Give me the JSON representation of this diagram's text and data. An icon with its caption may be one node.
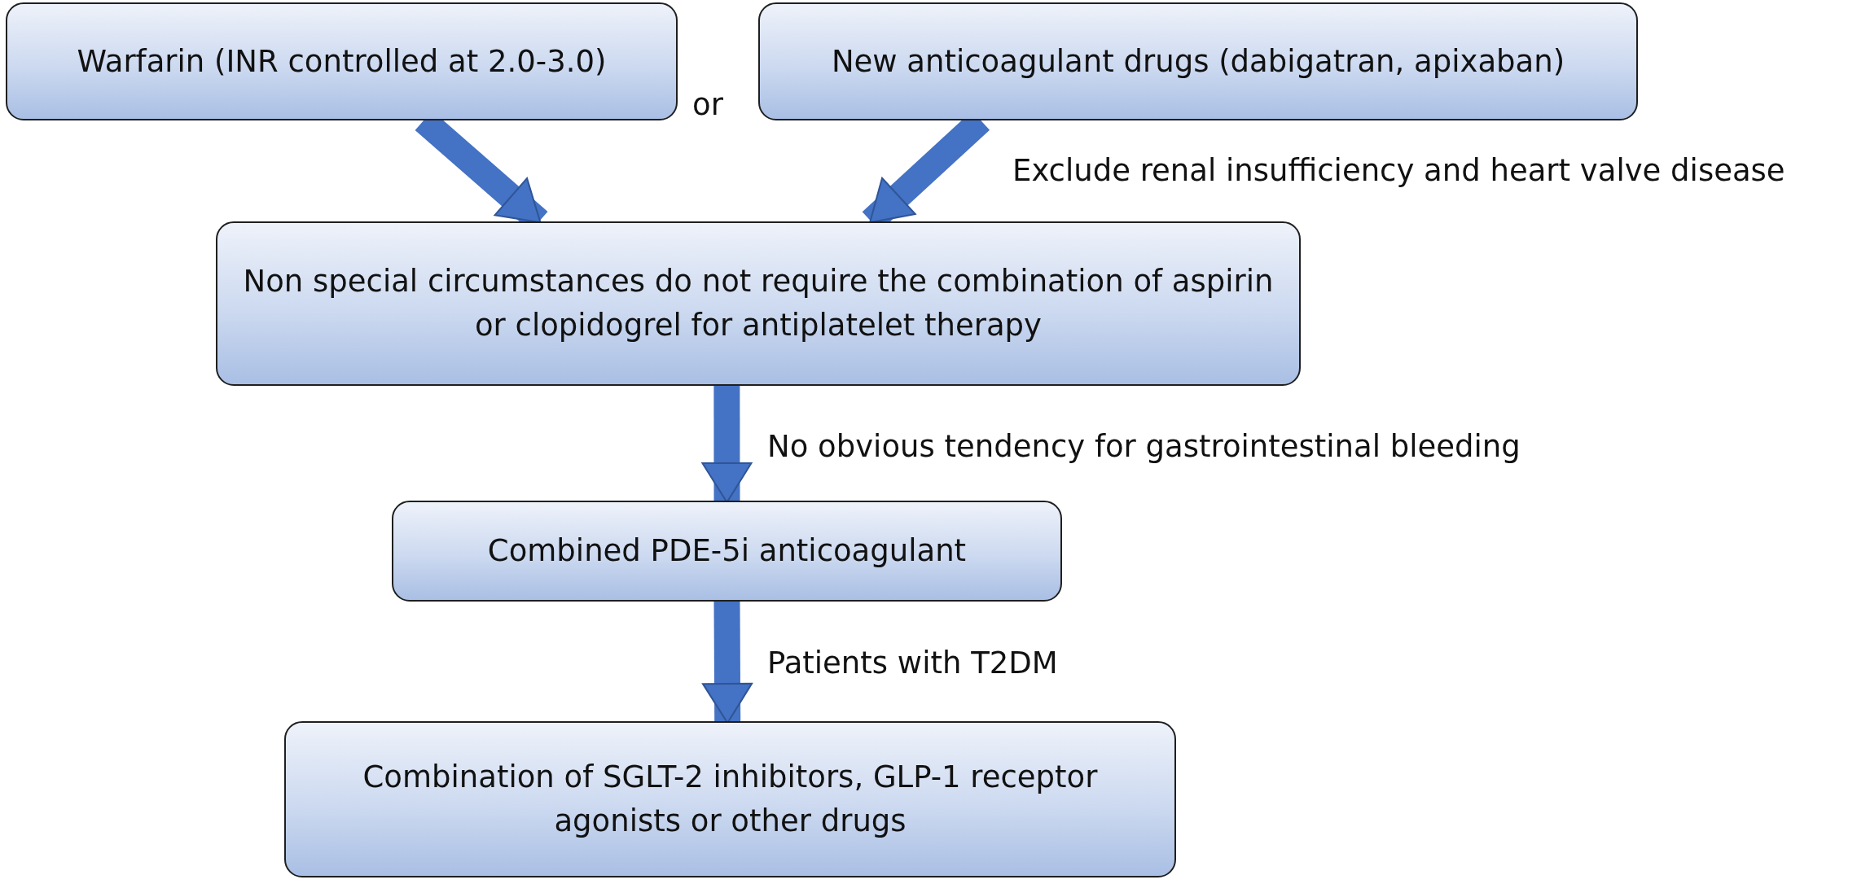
{
  "diagram": {
    "nodes": [
      {
        "text": [
          "Warfarin (INR controlled at 2.0-3.0)"
        ]
      },
      {
        "text": [
          "New anticoagulant drugs (dabigatran, apixaban)"
        ]
      },
      {
        "text": [
          "Non special circumstances do not require the combination of aspirin or clopidogrel for antiplatelet therapy"
        ]
      },
      {
        "text": [
          "Combined PDE-5i anticoagulant"
        ]
      },
      {
        "text": [
          "Combination of SGLT-2 inhibitors, GLP-1 receptor agonists or other drugs"
        ]
      }
    ],
    "edges": [
      {
        "from": 0,
        "to": 2,
        "arrow": "to"
      },
      {
        "from": 1,
        "to": 2,
        "arrow": "to",
        "label": "Exclude renal insufficiency and heart valve disease"
      },
      {
        "from": 2,
        "to": 3,
        "arrow": "to",
        "label": "No obvious tendency for gastrointestinal bleeding"
      },
      {
        "from": 3,
        "to": 4,
        "arrow": "to",
        "label": "Patients with T2DM"
      }
    ],
    "labels": [
      "or"
    ]
  }
}
